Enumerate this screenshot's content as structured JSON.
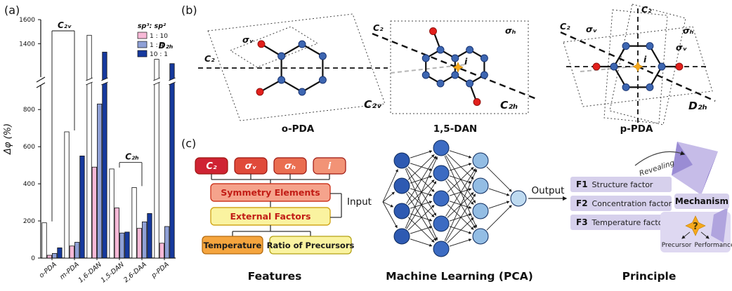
{
  "figure": {
    "panel_a": "(a)",
    "panel_b": "(b)",
    "panel_c": "(c)"
  },
  "chart_data": {
    "type": "bar",
    "ylabel": "Δφ (%)",
    "categories": [
      "o-PDA",
      "m-PDA",
      "1,6-DAN",
      "1,5-DAN",
      "2,6-DAA",
      "p-PDA"
    ],
    "legend_title": "sp³: sp²",
    "series": [
      {
        "name": "",
        "color": "#ffffff",
        "values": [
          190,
          680,
          1470,
          480,
          380,
          1270
        ]
      },
      {
        "name": "1 : 10",
        "color": "#f7b9d7",
        "values": [
          15,
          65,
          490,
          270,
          160,
          80
        ]
      },
      {
        "name": "1 : 4",
        "color": "#8fa0d6",
        "values": [
          25,
          85,
          830,
          135,
          195,
          170
        ]
      },
      {
        "name": "10 : 1",
        "color": "#16399d",
        "values": [
          55,
          550,
          1330,
          140,
          240,
          1230
        ]
      }
    ],
    "yticks_lower": [
      0,
      200,
      400,
      600,
      800
    ],
    "yticks_upper": [
      1400,
      1600
    ],
    "ylim": [
      0,
      1600
    ],
    "axis_break": [
      850,
      1250
    ],
    "legend_position": "top-right",
    "annotations": [
      {
        "text": "C₂ᵥ",
        "from": 0,
        "to": 1,
        "value": 1530
      },
      {
        "text": "C₂ₕ",
        "from": 3,
        "to": 4,
        "value": 530
      },
      {
        "text": "D₂ₕ",
        "from": 5,
        "to": 5,
        "value": 1360
      }
    ]
  },
  "panel_b": {
    "o_pda": {
      "name": "o-PDA",
      "c2": "C₂",
      "sigma_v": "σᵥ",
      "point_group": "C₂ᵥ"
    },
    "dan15": {
      "name": "1,5-DAN",
      "c2": "C₂",
      "sigma_h": "σₕ",
      "i": "i",
      "point_group": "C₂ₕ"
    },
    "p_pda": {
      "name": "p-PDA",
      "c2_top": "C₂",
      "c2_diag": "C₂",
      "sigma_v1": "σᵥ",
      "sigma_h": "σₕ",
      "sigma_v2": "σᵥ",
      "i": "i",
      "point_group": "D₂ₕ"
    }
  },
  "panel_c": {
    "chips": [
      {
        "label": "C₂",
        "color": "#cf2333"
      },
      {
        "label": "σᵥ",
        "color": "#e04a3a"
      },
      {
        "label": "σₕ",
        "color": "#ea6e51"
      },
      {
        "label": "i",
        "color": "#f29376"
      }
    ],
    "symmetry_elements": "Symmetry Elements",
    "external_factors": "External Factors",
    "temperature": "Temperature",
    "ratio": "Ratio of Precursors",
    "features": "Features",
    "input": "Input",
    "ml": "Machine Learning (PCA)",
    "output": "Output",
    "factors": [
      {
        "id": "F1",
        "text": "Structure factor"
      },
      {
        "id": "F2",
        "text": "Concentration factor"
      },
      {
        "id": "F3",
        "text": "Temperature factor"
      }
    ],
    "mechanism": "Mechanism",
    "revealing": "Revealing",
    "question": "?",
    "precursor": "Precursor",
    "performance": "Performance",
    "principle": "Principle",
    "network_colors": [
      "#2e5ab2",
      "#3c6bc2",
      "#93bde4",
      "#bedaf0"
    ]
  }
}
